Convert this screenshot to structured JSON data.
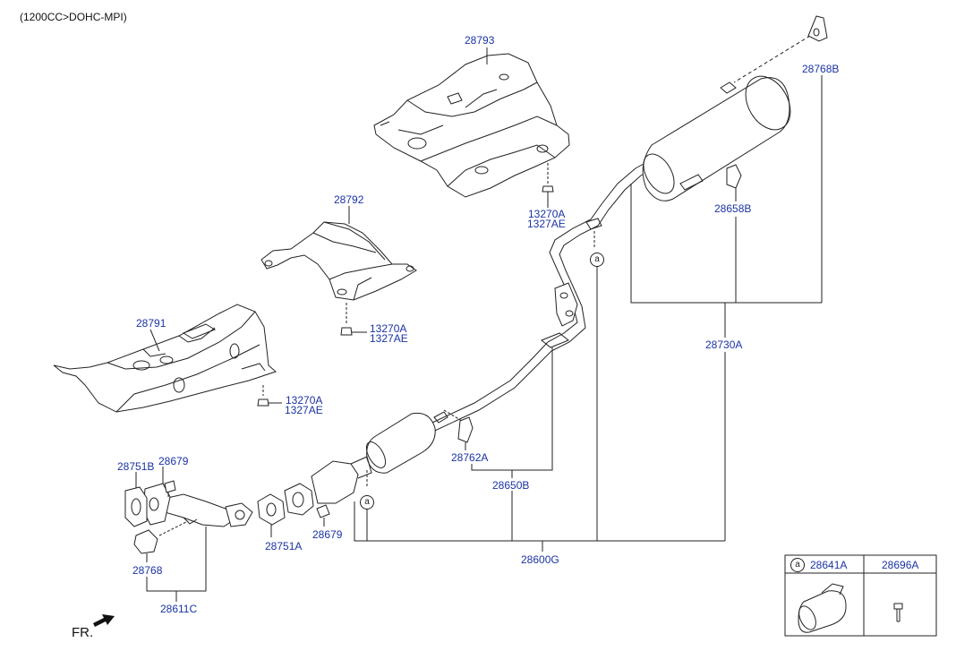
{
  "header": {
    "engine_spec": "(1200CC>DOHC-MPI)"
  },
  "direction": {
    "front_label": "FR."
  },
  "ref_marker": "a",
  "colors": {
    "label_blue": "#1a33a3",
    "line": "#222222",
    "part_fill": "#ffffff"
  },
  "parts": {
    "heat_protector_upper": "28793",
    "heat_protector_mid": "28792",
    "heat_protector_lower": "28791",
    "nut_a1": "13270A",
    "nut_e1": "1327AE",
    "nut_a2": "13270A",
    "nut_e2": "1327AE",
    "nut_a3": "13270A",
    "nut_e3": "1327AE",
    "hanger_top": "28768B",
    "hanger_rear": "28658B",
    "muffler_rear": "28730A",
    "hanger_center": "28762A",
    "center_muffler": "28650B",
    "gasket_front": "28751B",
    "nut_front": "28679",
    "gasket_mid": "28751A",
    "nut_mid": "28679",
    "hanger_front": "28768",
    "front_pipe": "28611C",
    "muffler_assy": "28600G"
  },
  "legend": {
    "marker": "a",
    "clamp_part": "28641A",
    "bolt_part": "28696A"
  }
}
